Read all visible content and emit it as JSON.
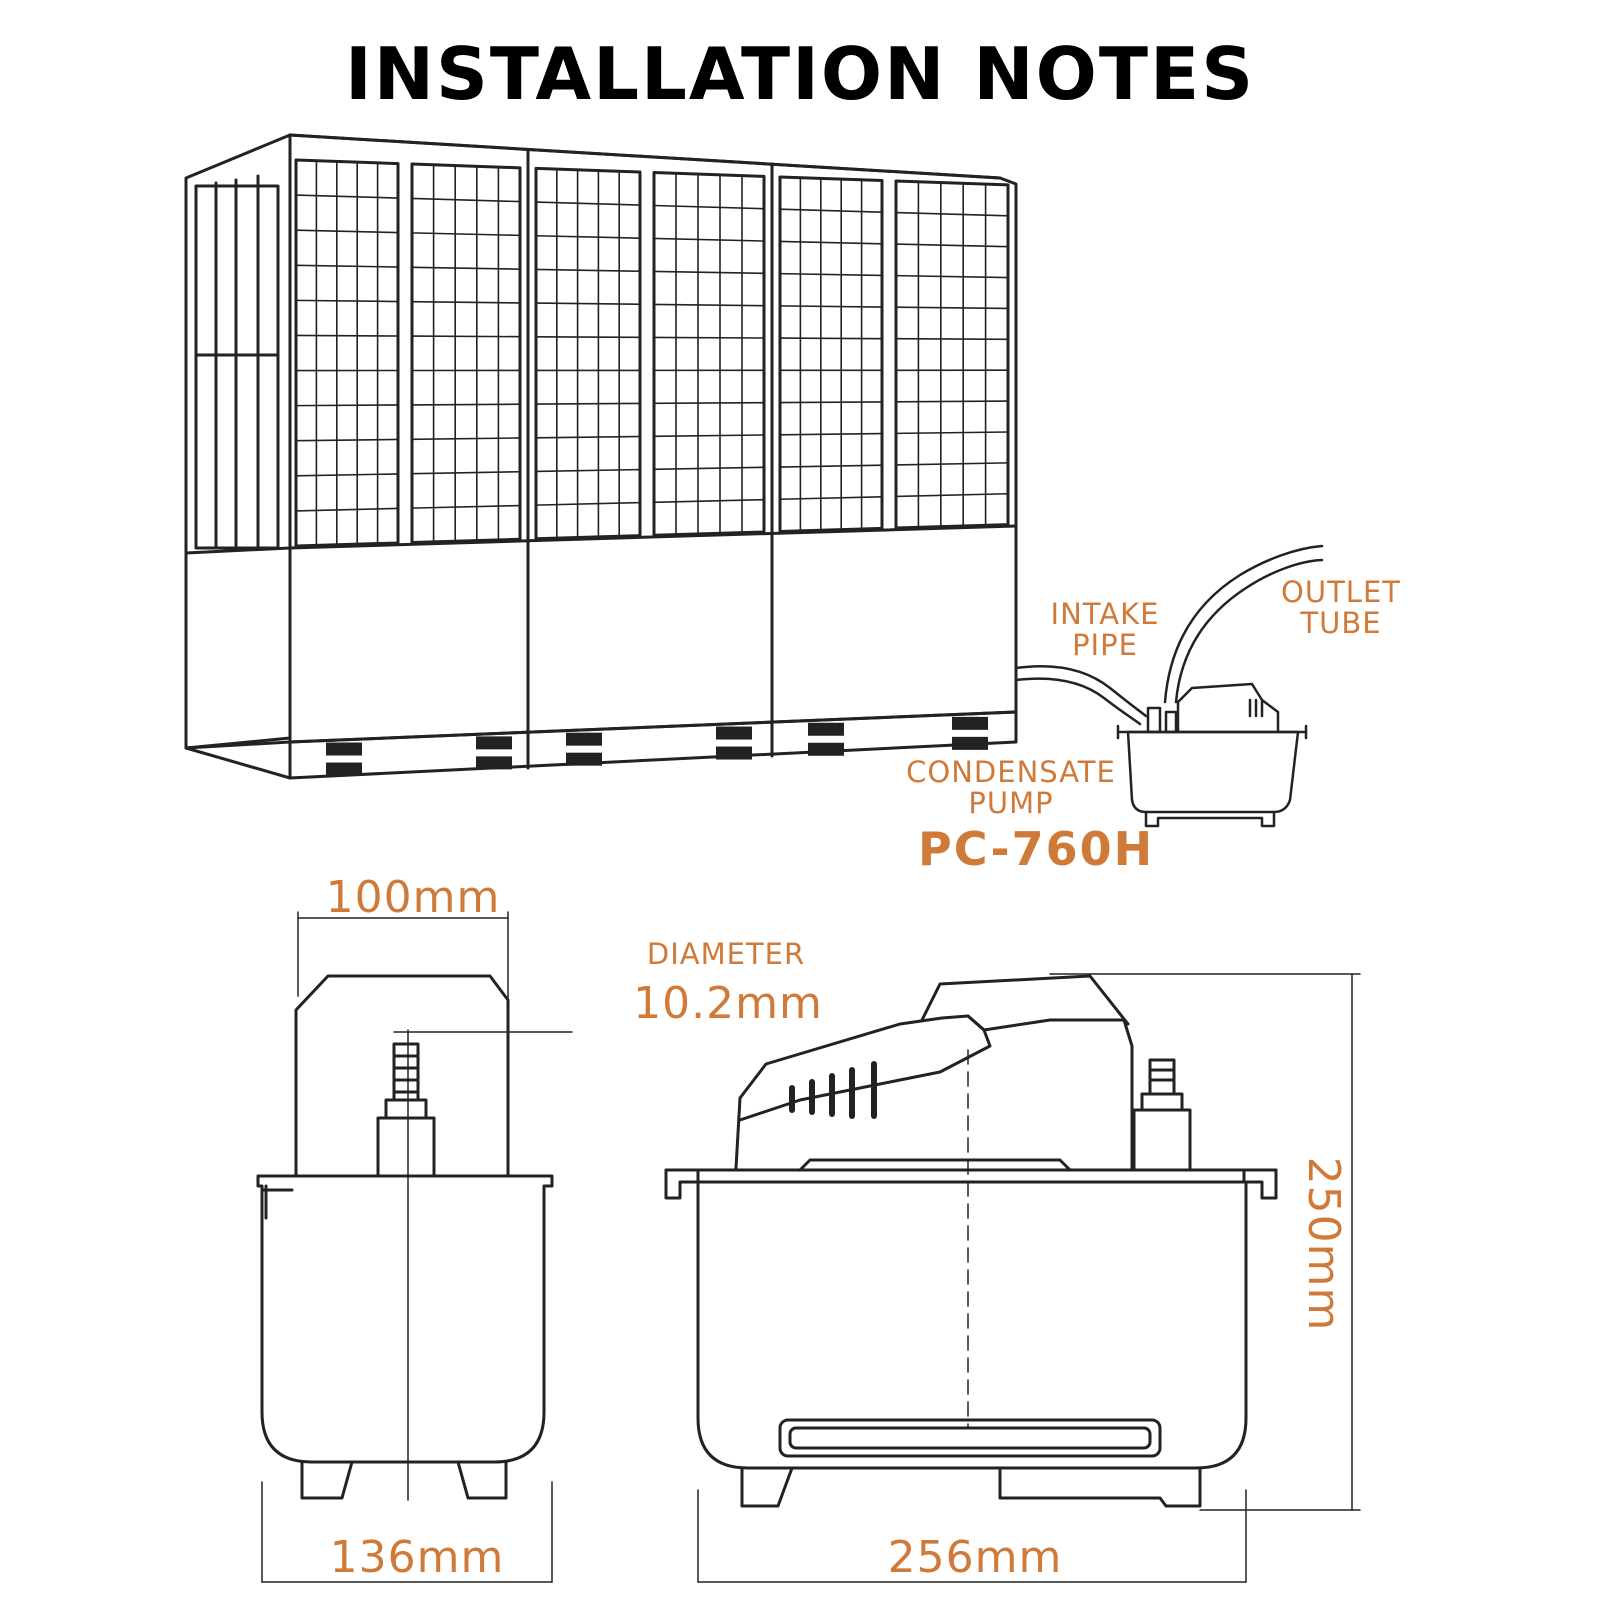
{
  "title": "INSTALLATION NOTES",
  "labels": {
    "intake_pipe": [
      "INTAKE",
      "PIPE"
    ],
    "outlet_tube": [
      "OUTLET",
      "TUBE"
    ],
    "condensate_pump": [
      "CONDENSATE",
      "PUMP"
    ],
    "model": "PC-760H"
  },
  "dimensions": {
    "top_width": "100mm",
    "diameter_label": "DIAMETER",
    "diameter_value": "10.2mm",
    "side_width": "136mm",
    "front_width": "256mm",
    "height": "250mm"
  },
  "colors": {
    "accent": "#d07a3a",
    "line": "#222222"
  }
}
